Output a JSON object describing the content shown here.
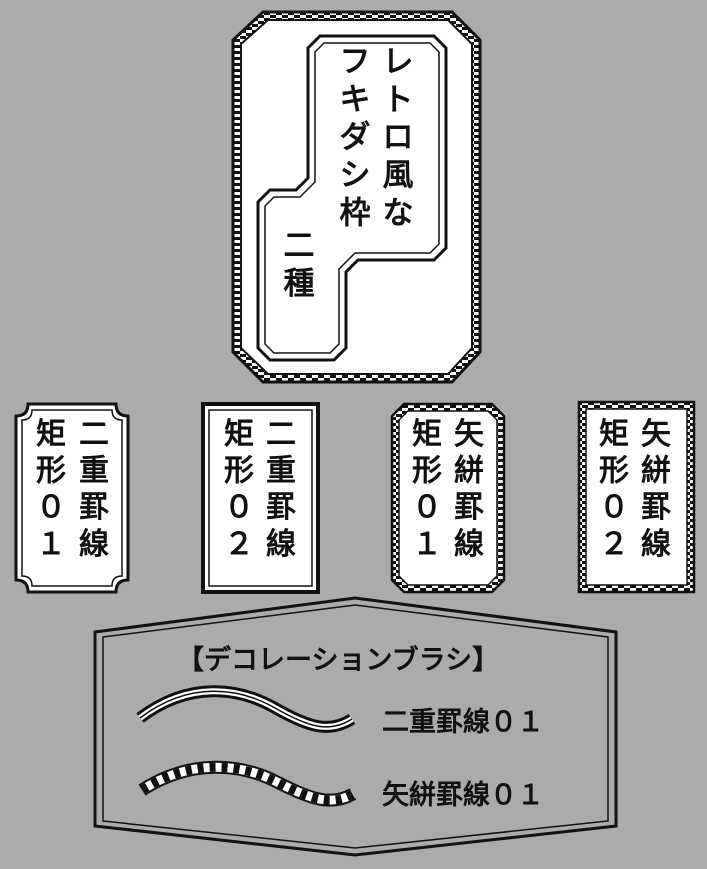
{
  "canvas": {
    "background": "#ababab",
    "frame_stroke": "#111111",
    "frame_fill": "#ffffff",
    "text_color": "#111111"
  },
  "main_bubble": {
    "title_lines": [
      "レトロ風な",
      "フキダシ枠"
    ],
    "subtitle": "二種"
  },
  "frames": [
    {
      "id": "rect-double-01",
      "lines": [
        "二重罫線",
        "矩形０１"
      ]
    },
    {
      "id": "rect-double-02",
      "lines": [
        "二重罫線",
        "矩形０２"
      ]
    },
    {
      "id": "rect-yagasuri-01",
      "lines": [
        "矢絣罫線",
        "矩形０１"
      ]
    },
    {
      "id": "rect-yagasuri-02",
      "lines": [
        "矢絣罫線",
        "矩形０２"
      ]
    }
  ],
  "brush_panel": {
    "title": "【デコレーションブラシ】",
    "brushes": [
      {
        "style": "double",
        "label": "二重罫線０１"
      },
      {
        "style": "yagasuri",
        "label": "矢絣罫線０１"
      }
    ]
  }
}
